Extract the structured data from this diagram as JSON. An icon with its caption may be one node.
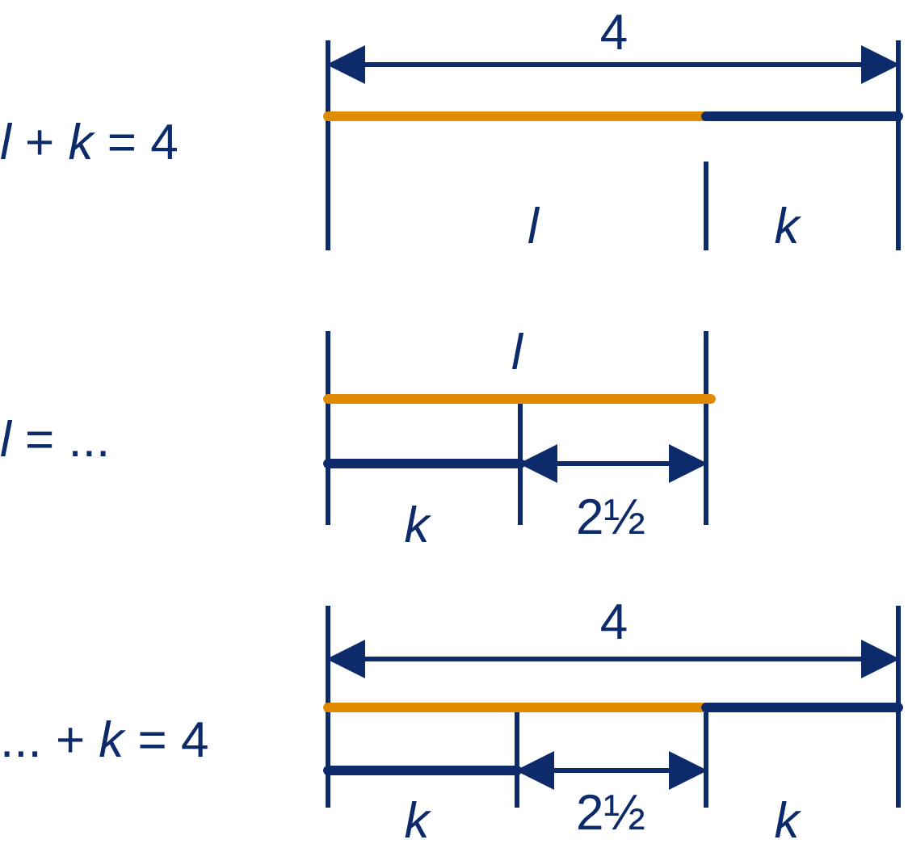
{
  "diagram": {
    "labels": [
      "4",
      "*l* + *k* = 4",
      "l",
      "k",
      "l",
      "*l* = ...",
      "k",
      "2½",
      "4",
      "... + *k* = 4",
      "k",
      "2½",
      "k"
    ]
  }
}
